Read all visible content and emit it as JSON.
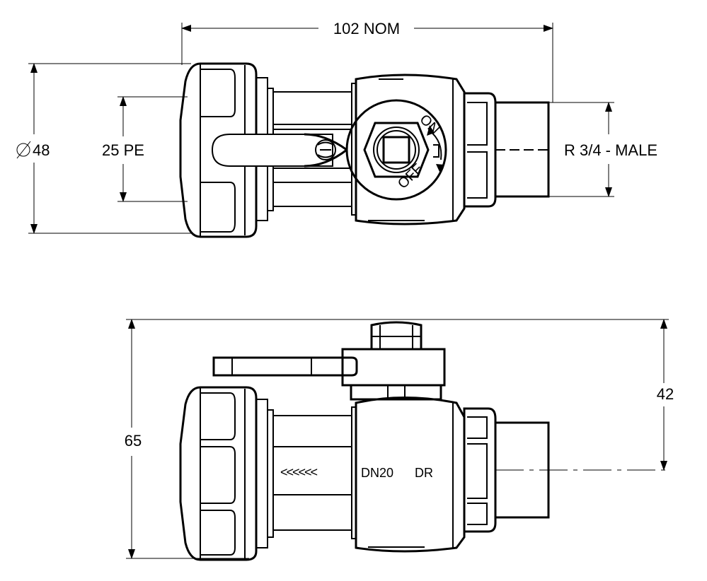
{
  "dimensions": {
    "overall_length": "102 NOM",
    "outer_diameter": "48",
    "pe_size": "25 PE",
    "thread": "R 3/4 - MALE",
    "total_height": "65",
    "handle_height": "42"
  },
  "markings": {
    "on_label": "ON",
    "off_label": "OFF",
    "body_marking": "DN20",
    "body_marking_2": "DR",
    "flow_arrows": "<<<<<<"
  }
}
